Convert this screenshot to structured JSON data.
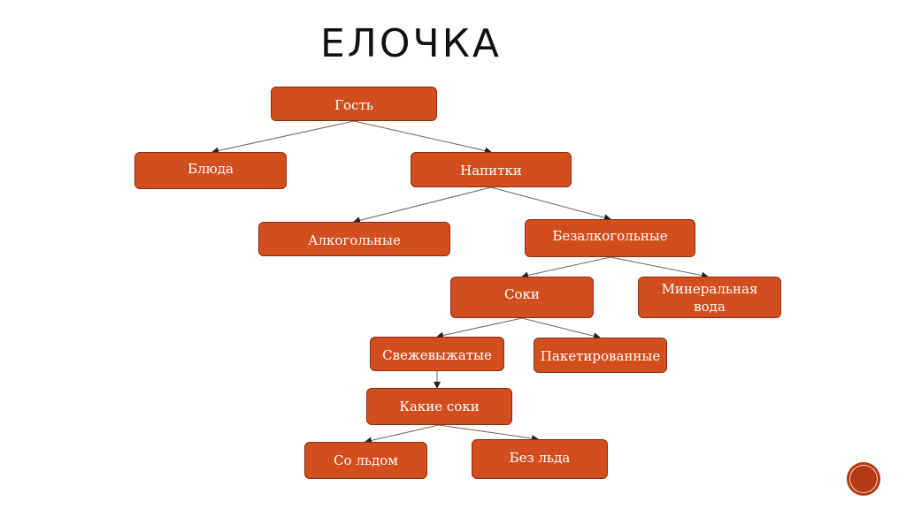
{
  "title": "ЕЛОЧКА",
  "nodes": {
    "guest": "Гость",
    "dishes": "Блюда",
    "drinks": "Напитки",
    "alcoholic": "Алкогольные",
    "non_alcoholic": "Безалкогольные",
    "juices": "Соки",
    "mineral_water": "Минеральная вода",
    "fresh": "Свежевыжатые",
    "packaged": "Пакетированные",
    "which_juices": "Какие соки",
    "with_ice": "Со льдом",
    "without_ice": "Без льда"
  },
  "colors": {
    "node": "#D24E1E",
    "line": "#555555"
  }
}
